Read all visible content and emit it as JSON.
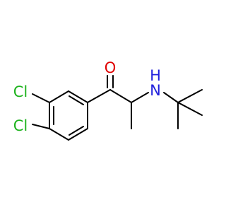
{
  "molecule": {
    "atoms": {
      "chlorine_top": "Cl",
      "chlorine_bottom": "Cl",
      "oxygen": "O",
      "nitrogen": "H N"
    },
    "colors": {
      "chlorine": "#1fb31f",
      "oxygen": "#e00000",
      "nitrogen": "#2222dd",
      "bond": "#000000",
      "background": "#ffffff"
    }
  }
}
